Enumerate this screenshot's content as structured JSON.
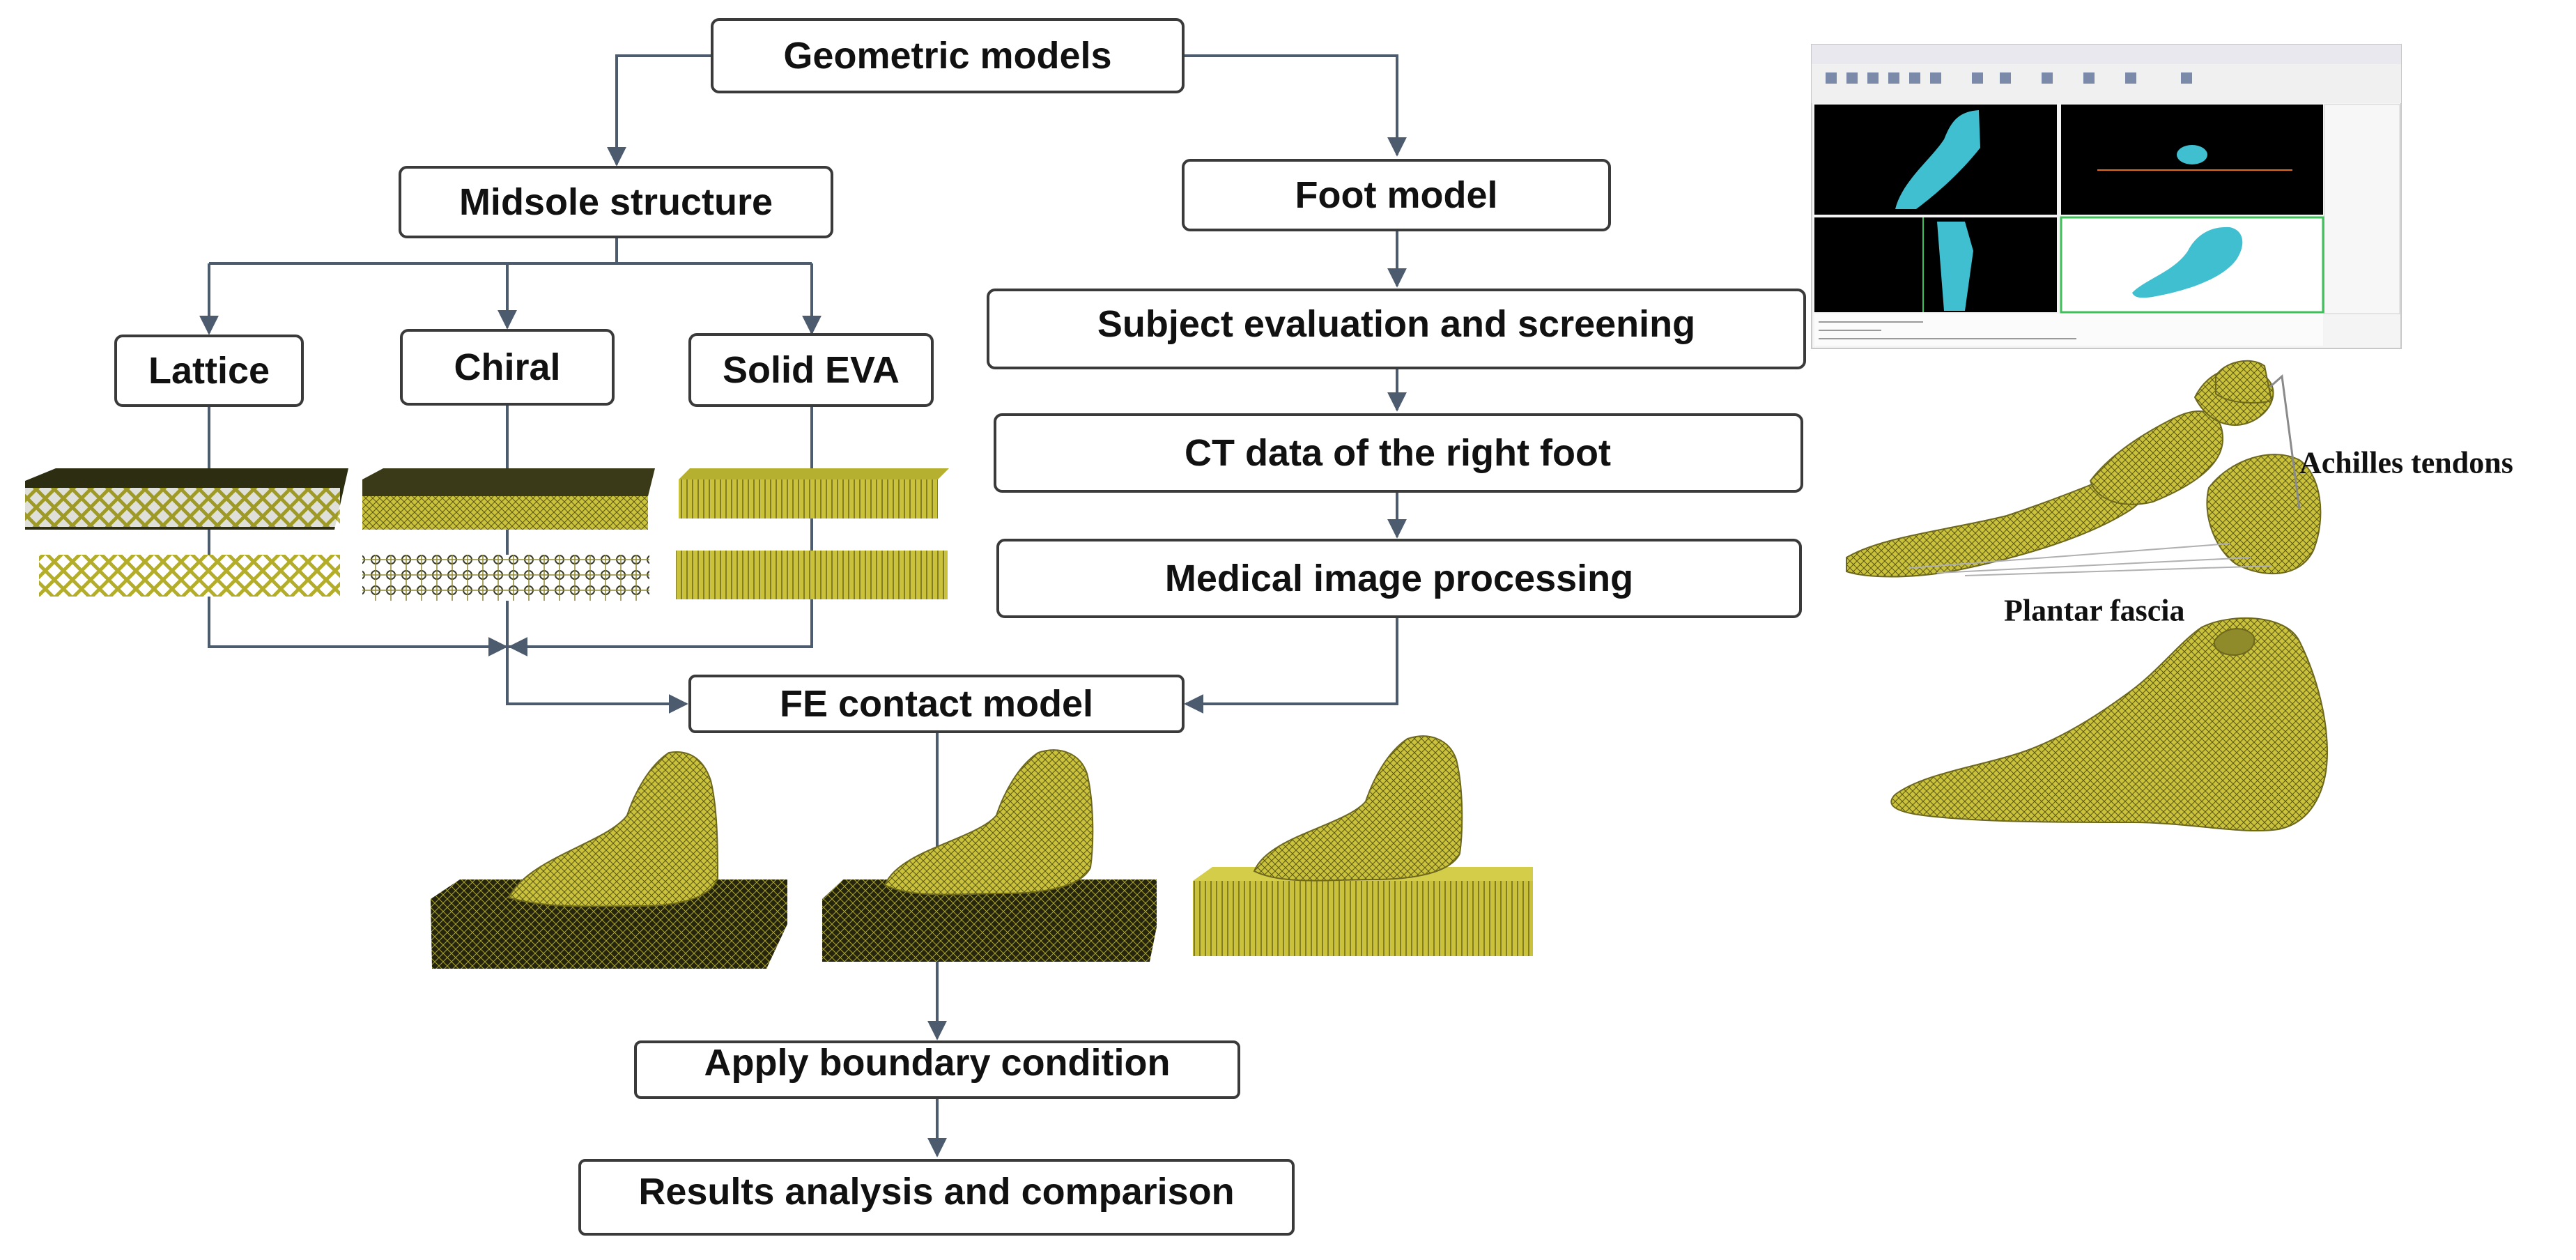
{
  "flow": {
    "geometric_models": "Geometric models",
    "midsole_structure": "Midsole structure",
    "lattice": "Lattice",
    "chiral": "Chiral",
    "solid_eva": "Solid EVA",
    "foot_model": "Foot model",
    "subject_evaluation": "Subject evaluation and screening",
    "ct_data": "CT data of the right foot",
    "image_processing": "Medical image processing",
    "fe_contact_model": "FE contact model",
    "boundary_condition": "Apply boundary condition",
    "results_analysis": "Results analysis and comparison"
  },
  "annotations": {
    "achilles": "Achilles tendons",
    "plantar": "Plantar fascia"
  },
  "colors": {
    "mesh": "#c9c23a",
    "mesh_dark": "#2a2a14",
    "arrow": "#4d5b6e",
    "bone_cyan": "#3fbfd0",
    "viewport_bg": "#000000"
  }
}
